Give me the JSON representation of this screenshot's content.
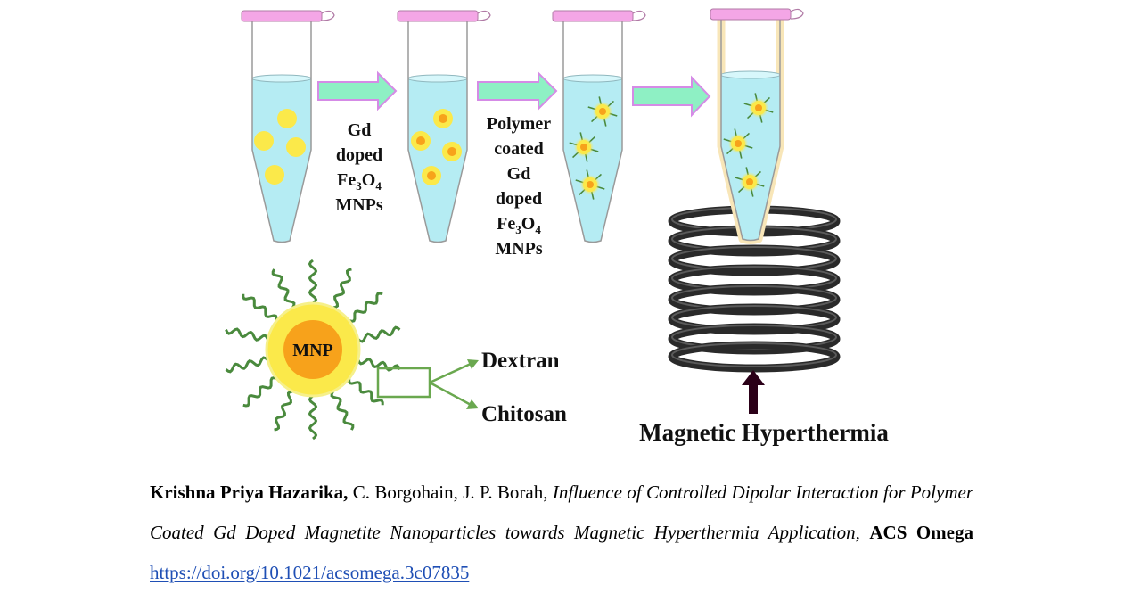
{
  "steps": {
    "step1_label": [
      "Gd",
      "doped",
      "Fe3O4",
      "MNPs"
    ],
    "step2_label": [
      "Polymer",
      "coated",
      "Gd",
      "doped",
      "Fe3O4",
      "MNPs"
    ]
  },
  "nanoparticle": {
    "core_label": "MNP",
    "coating_1": "Dextran",
    "coating_2": "Chitosan"
  },
  "application": {
    "label": "Magnetic Hyperthermia"
  },
  "citation": {
    "first_author": "Krishna Priya Hazarika,",
    "other_authors": " C. Borgohain, J. P. Borah, ",
    "title": "Influence of Controlled Dipolar Interaction for Polymer Coated Gd Doped Magnetite Nanoparticles towards Magnetic Hyperthermia Application,",
    "journal": "ACS Omega",
    "doi": "https://doi.org/10.1021/acsomega.3c07835"
  },
  "colors": {
    "tube_cap": "#f4a6e6",
    "liquid": "#b5ecf3",
    "arrow_fill": "#8ef0c4",
    "arrow_stroke": "#d58be6",
    "particle_shell": "#fbe94a",
    "particle_core": "#f7a21b",
    "polymer": "#4a8a3d",
    "coil": "#2a2a2a",
    "link": "#1f4fb5"
  }
}
